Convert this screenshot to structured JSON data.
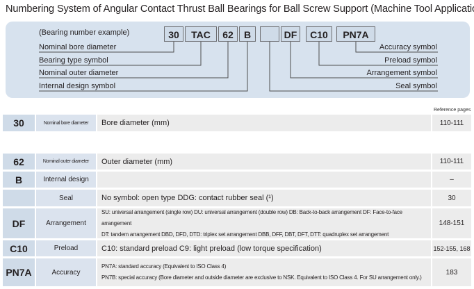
{
  "title": "Numbering System of Angular Contact Thrust Ball Bearings for Ball Screw Support (Machine Tool Applications)",
  "example": {
    "heading": "(Bearing number example)",
    "codes": [
      "30",
      "TAC",
      "62",
      "B",
      "",
      "DF",
      "C10",
      "PN7A"
    ],
    "left_labels": [
      "Nominal bore diameter",
      "Bearing type symbol",
      "Nominal outer diameter",
      "Internal design symbol"
    ],
    "right_labels": [
      "Accuracy symbol",
      "Preload symbol",
      "Arrangement symbol",
      "Seal symbol"
    ]
  },
  "reference_header": "Reference pages",
  "rows": [
    {
      "code": "30",
      "name": "Nominal bore diameter",
      "desc": "Bore diameter (mm)",
      "ref": "110-111"
    },
    {
      "code": "62",
      "name": "Nominal outer diameter",
      "desc": "Outer diameter (mm)",
      "ref": "110-111"
    },
    {
      "code": "B",
      "name": "Internal design",
      "desc": "",
      "ref": "–"
    },
    {
      "code": "",
      "name": "Seal",
      "desc": "No symbol: open type  DDG: contact rubber seal (¹)",
      "ref": "30"
    },
    {
      "code": "DF",
      "name": "Arrangement",
      "desc1": "SU: universal arrangement (single row)  DU: universal arrangement (double row)  DB: Back-to-back arrangement  DF: Face-to-face arrangement",
      "desc2": "DT: tandem arrangement  DBD, DFD, DTD: triplex set arrangement  DBB, DFF, DBT, DFT, DTT: quadruplex set arrangement",
      "ref": "148-151"
    },
    {
      "code": "C10",
      "name": "Preload",
      "desc": "C10: standard preload  C9: light preload (low torque specification)",
      "ref": "152-155, 168"
    },
    {
      "code": "PN7A",
      "name": "Accuracy",
      "desc1": "PN7A: standard accuracy (Equivalent to ISO Class 4)",
      "desc2": "PN7B: special accuracy (Bore diameter and outside diameter are exclusive to NSK. Equivalent to ISO Class 4. For SU arrangement only.)",
      "ref": "183"
    }
  ]
}
